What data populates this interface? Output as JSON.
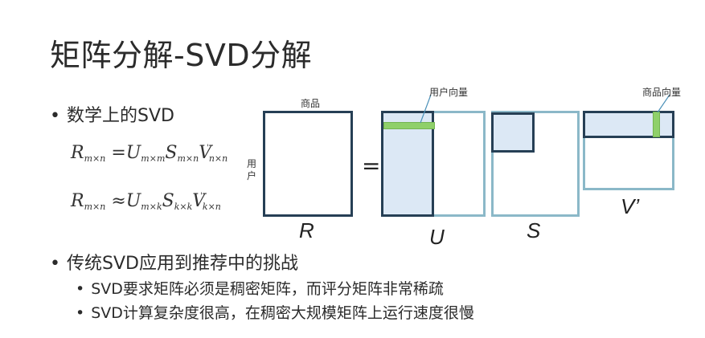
{
  "title": "矩阵分解-SVD分解",
  "bullets": {
    "b1": "数学上的SVD",
    "b2": "传统SVD应用到推荐中的挑战",
    "sub1": "SVD要求矩阵必须是稠密矩阵，而评分矩阵非常稀疏",
    "sub2": "SVD计算复杂度很高，在稠密大规模矩阵上运行速度很慢",
    "dot": "•"
  },
  "formulas": {
    "f1": {
      "R": "R",
      "R_sub": "m×n",
      "op": "=",
      "U": "U",
      "U_sub": "m×m",
      "S": "S",
      "S_sub": "m×n",
      "V": "V",
      "V_sup": "'",
      "V_sub": "n×n"
    },
    "f2": {
      "R": "R",
      "R_sub": "m×n",
      "op": "≈",
      "U": "U",
      "U_sub": "m×k",
      "S": "S",
      "S_sub": "k×k",
      "V": "V",
      "V_sup": "'",
      "V_sub": "k×n"
    }
  },
  "diagram": {
    "goods_label": "商品",
    "user_label_1": "用",
    "user_label_2": "户",
    "equal_sign": "=",
    "user_vector_label": "用户向量",
    "item_vector_label": "商品向量",
    "letters": {
      "R": "R",
      "U": "U",
      "S": "S",
      "V": "V’"
    },
    "colors": {
      "dark_border": "#263f55",
      "light_border": "#8bb8c8",
      "fill": "#dce8f5",
      "highlight": "#8fd06a"
    }
  }
}
